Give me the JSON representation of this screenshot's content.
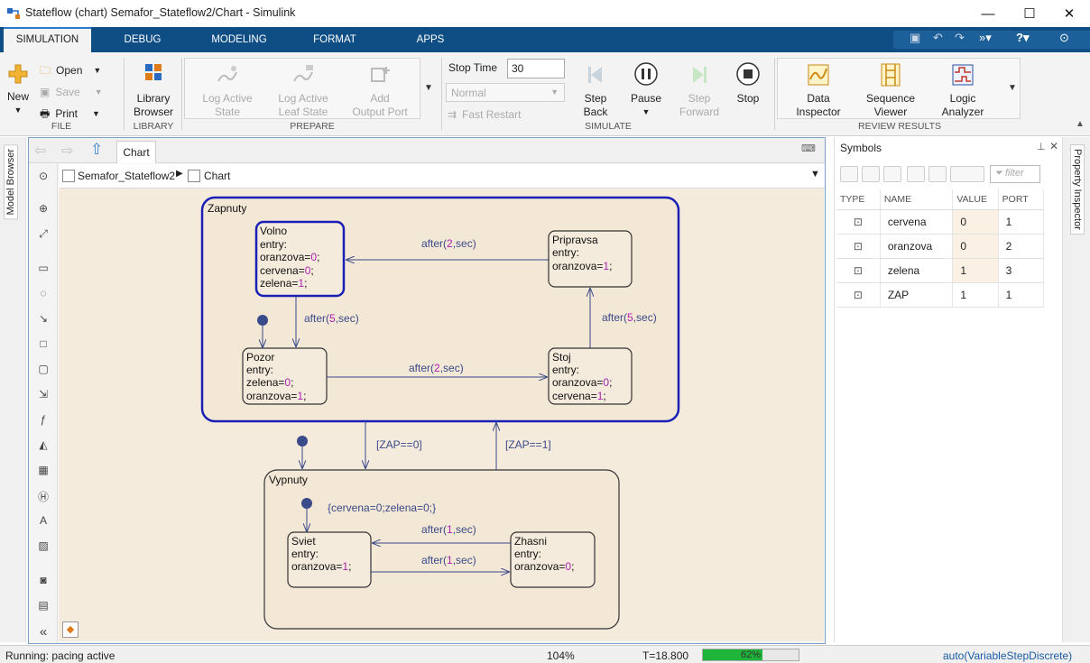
{
  "window": {
    "title": "Stateflow (chart) Semafor_Stateflow2/Chart - Simulink",
    "min": "—",
    "max": "☐",
    "close": "✕"
  },
  "ribbon_tabs": [
    "SIMULATION",
    "DEBUG",
    "MODELING",
    "FORMAT",
    "APPS"
  ],
  "file": {
    "new": "New",
    "open": "Open",
    "save": "Save",
    "print": "Print",
    "label": "FILE"
  },
  "library": {
    "browser_line1": "Library",
    "browser_line2": "Browser",
    "label": "LIBRARY"
  },
  "prepare": {
    "log_active_state_1": "Log Active",
    "log_active_state_2": "State",
    "log_leaf_1": "Log Active",
    "log_leaf_2": "Leaf State",
    "add_port_1": "Add",
    "add_port_2": "Output Port",
    "label": "PREPARE"
  },
  "simulate": {
    "stop_time_label": "Stop Time",
    "stop_time_value": "30",
    "mode": "Normal",
    "fast_restart": "Fast Restart",
    "step_back_1": "Step",
    "step_back_2": "Back",
    "pause": "Pause",
    "step_fwd_1": "Step",
    "step_fwd_2": "Forward",
    "stop": "Stop",
    "label": "SIMULATE"
  },
  "review": {
    "data_inspector_1": "Data",
    "data_inspector_2": "Inspector",
    "seq_viewer_1": "Sequence",
    "seq_viewer_2": "Viewer",
    "logic_1": "Logic",
    "logic_2": "Analyzer",
    "label": "REVIEW RESULTS"
  },
  "side_labels": {
    "model_browser": "Model Browser",
    "property_inspector": "Property Inspector"
  },
  "editor": {
    "tab": "Chart",
    "breadcrumb": [
      "Semafor_Stateflow2",
      "Chart"
    ]
  },
  "chart": {
    "zapnuty": "Zapnuty",
    "vypnuty": "Vypnuty",
    "volno": {
      "name": "Volno",
      "l1": "entry:",
      "l2a": "oranzova=",
      "l2b": "0",
      "l3a": "cervena=",
      "l3b": "0",
      "l4a": "zelena=",
      "l4b": "1"
    },
    "pripravsa": {
      "name": "Pripravsa",
      "l1": "entry:",
      "l2a": "oranzova=",
      "l2b": "1"
    },
    "pozor": {
      "name": "Pozor",
      "l1": "entry:",
      "l2a": "zelena=",
      "l2b": "0",
      "l3a": "oranzova=",
      "l3b": "1"
    },
    "stoj": {
      "name": "Stoj",
      "l1": "entry:",
      "l2a": "oranzova=",
      "l2b": "0",
      "l3a": "cervena=",
      "l3b": "1"
    },
    "sviet": {
      "name": "Sviet",
      "l1": "entry:",
      "l2a": "oranzova=",
      "l2b": "1"
    },
    "zhasni": {
      "name": "Zhasni",
      "l1": "entry:",
      "l2a": "oranzova=",
      "l2b": "0"
    },
    "t_after": "after(",
    "t_sec": ",sec)",
    "t_volno_pozor_n": "5",
    "t_pozor_stoj_n": "2",
    "t_stoj_pripravsa_n": "5",
    "t_pripravsa_volno_n": "2",
    "t_sviet_zhasni_n": "1",
    "t_zhasni_sviet_n": "1",
    "guard_off": "[ZAP==0]",
    "guard_on": "[ZAP==1]",
    "default_action": "{cervena=0;zelena=0;}"
  },
  "symbols": {
    "title": "Symbols",
    "filter": "filter",
    "headers": [
      "TYPE",
      "NAME",
      "VALUE",
      "PORT"
    ],
    "rows": [
      {
        "name": "cervena",
        "value": "0",
        "port": "1"
      },
      {
        "name": "oranzova",
        "value": "0",
        "port": "2"
      },
      {
        "name": "zelena",
        "value": "1",
        "port": "3"
      },
      {
        "name": "ZAP",
        "value": "1",
        "port": "1"
      }
    ]
  },
  "status": {
    "running": "Running: pacing active",
    "zoom": "104%",
    "time": "T=18.800",
    "progress_percent": 62,
    "progress_label": "62%",
    "solver": "auto(VariableStepDiscrete)"
  },
  "colors": {
    "ribbon": "#0e4e85",
    "active_state": "#1a1fb5",
    "canvas": "#f5ebdc",
    "state_fill": "#f3e7d6",
    "number": "#b01fb0",
    "transition": "#3a4a8a"
  }
}
